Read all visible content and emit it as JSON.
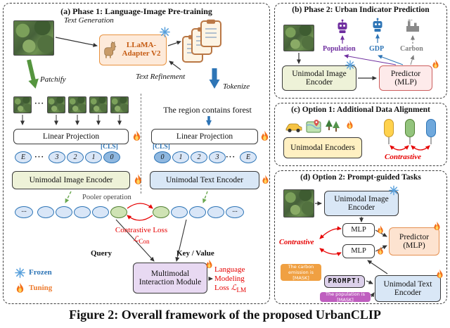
{
  "caption": "Figure 2: Overall framework of the proposed UrbanCLIP",
  "legend": {
    "frozen": "Frozen",
    "tuning": "Tuning"
  },
  "colors": {
    "accent_blue": "#2e75b6",
    "accent_green": "#6aa84f",
    "accent_red": "#e60000",
    "accent_orange": "#ed7d31",
    "accent_purple": "#7030a0"
  },
  "panel_a": {
    "title": "(a) Phase 1: Language-Image Pre-training",
    "labels": {
      "text_generation": "Text Generation",
      "text_refinement": "Text Refinement",
      "tokenize": "Tokenize",
      "patchify": "Patchify",
      "pooler": "Pooler operation",
      "query": "Query",
      "key_value": "Key / Value"
    },
    "llama_adapter": "LLaMA-Adapter V2",
    "sentence": "The region contains forest",
    "linear_projection": "Linear Projection",
    "cls": "[CLS]",
    "image_tokens": [
      "E",
      "···",
      "3",
      "2",
      "1",
      "0"
    ],
    "text_tokens": [
      "0",
      "1",
      "2",
      "3",
      "···",
      "E"
    ],
    "pooled_dots": "···",
    "image_encoder": "Unimodal Image Encoder",
    "text_encoder": "Unimodal Text Encoder",
    "contrastive_loss": "Contrastive Loss",
    "loss_symbol_con": "ℒ",
    "loss_sub_con": "Con",
    "multimodal_module": "Multimodal Interaction Module",
    "lm_loss_1": "Language",
    "lm_loss_2": "Modeling",
    "lm_loss_3": "Loss ",
    "loss_symbol_lm": "ℒ",
    "loss_sub_lm": "LM"
  },
  "panel_b": {
    "title": "(b) Phase 2: Urban Indicator Prediction",
    "indicators": [
      {
        "label": "Population"
      },
      {
        "label": "GDP"
      },
      {
        "label": "Carbon"
      }
    ],
    "image_encoder": "Unimodal Image Encoder",
    "predictor": "Predictor (MLP)"
  },
  "panel_c": {
    "title": "(c) Option 1: Additional Data Alignment",
    "encoders": "Unimodal Encoders",
    "contrastive": "Contrastive"
  },
  "panel_d": {
    "title": "(d) Option 2: Prompt-guided Tasks",
    "image_encoder": "Unimodal Image Encoder",
    "mlp": "MLP",
    "predictor": "Predictor (MLP)",
    "contrastive": "Contrastive",
    "carbon_prompt": "The carbon emission is [MASK]",
    "prompt_label": "PROMPT!",
    "population_prompt": "The population is [MASK]",
    "text_encoder": "Unimodal Text Encoder"
  }
}
